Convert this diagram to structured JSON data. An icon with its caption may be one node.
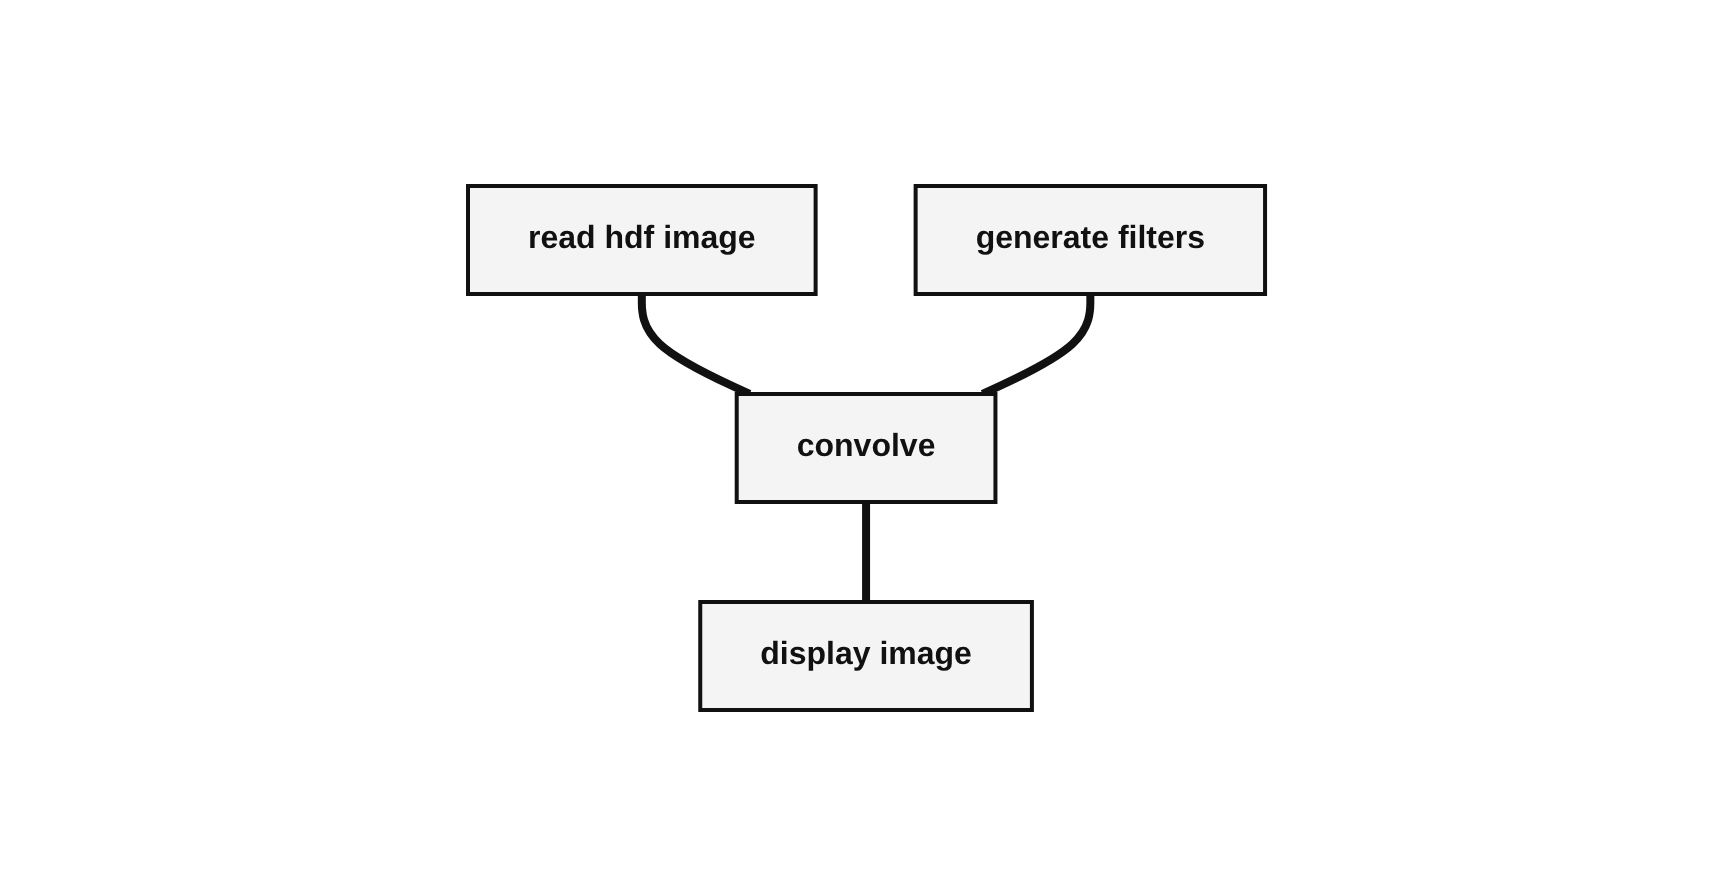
{
  "diagram": {
    "nodes": [
      {
        "text": [
          "read hdf image"
        ]
      },
      {
        "text": [
          "generate filters"
        ]
      },
      {
        "text": [
          "convolve"
        ]
      },
      {
        "text": [
          "display image"
        ]
      }
    ],
    "edges": [
      {
        "from": 0,
        "to": 2,
        "arrow": "none"
      },
      {
        "from": 1,
        "to": 2,
        "arrow": "none"
      },
      {
        "from": 2,
        "to": 3,
        "arrow": "none"
      }
    ]
  }
}
